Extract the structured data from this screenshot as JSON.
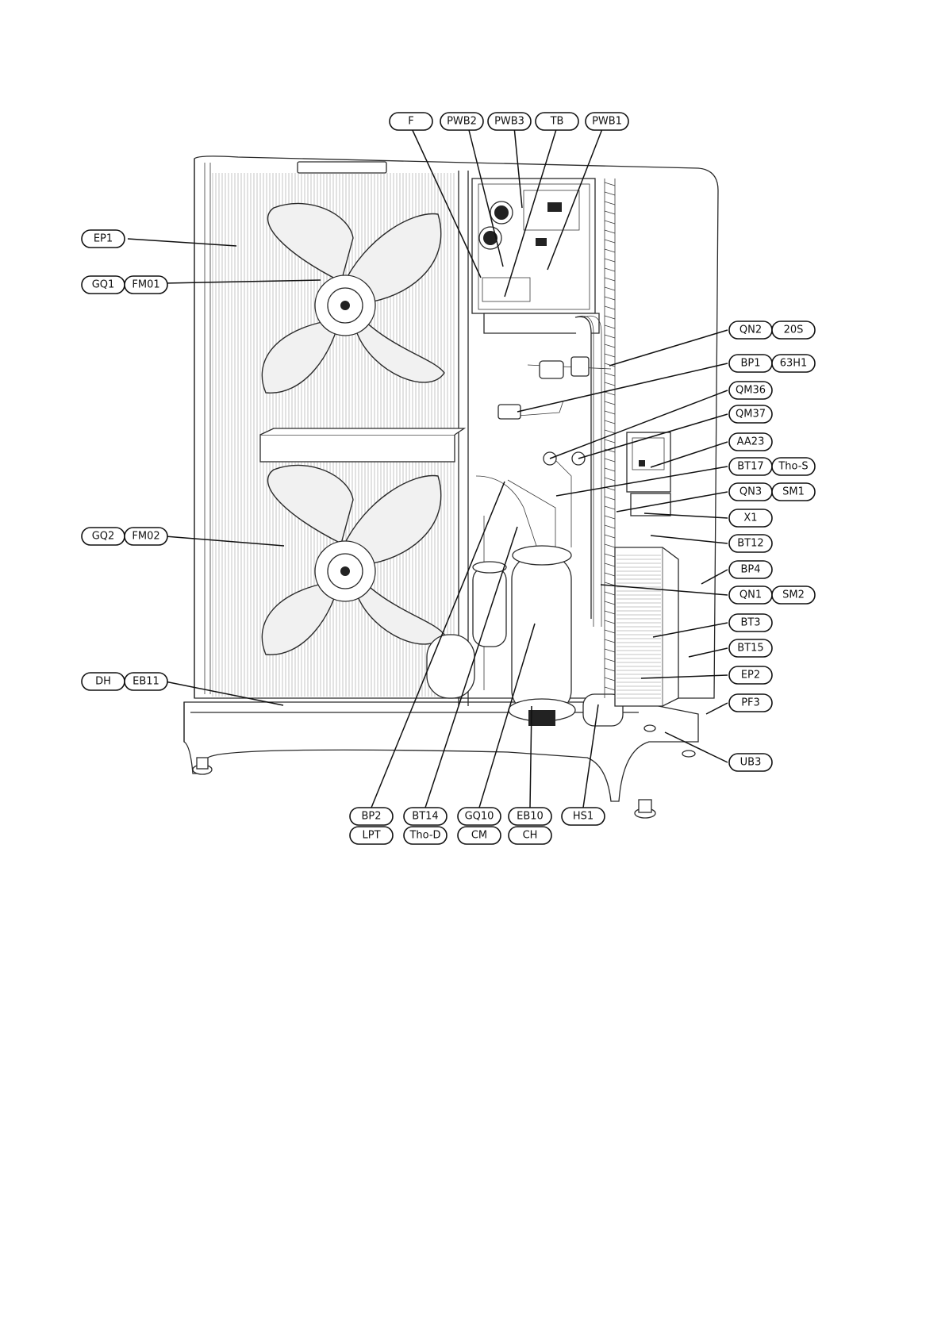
{
  "diagram": {
    "labels": [
      {
        "id": "F",
        "text": "F"
      },
      {
        "id": "PWB2",
        "text": "PWB2"
      },
      {
        "id": "PWB3",
        "text": "PWB3"
      },
      {
        "id": "TB",
        "text": "TB"
      },
      {
        "id": "PWB1",
        "text": "PWB1"
      },
      {
        "id": "EP1",
        "text": "EP1"
      },
      {
        "id": "GQ1",
        "text": "GQ1"
      },
      {
        "id": "FM01",
        "text": "FM01"
      },
      {
        "id": "QN2",
        "text": "QN2"
      },
      {
        "id": "20S",
        "text": "20S"
      },
      {
        "id": "BP1",
        "text": "BP1"
      },
      {
        "id": "63H1",
        "text": "63H1"
      },
      {
        "id": "QM36",
        "text": "QM36"
      },
      {
        "id": "QM37",
        "text": "QM37"
      },
      {
        "id": "AA23",
        "text": "AA23"
      },
      {
        "id": "BT17",
        "text": "BT17"
      },
      {
        "id": "Tho-S",
        "text": "Tho-S"
      },
      {
        "id": "QN3",
        "text": "QN3"
      },
      {
        "id": "SM1",
        "text": "SM1"
      },
      {
        "id": "X1",
        "text": "X1"
      },
      {
        "id": "BT12",
        "text": "BT12"
      },
      {
        "id": "BP4",
        "text": "BP4"
      },
      {
        "id": "QN1",
        "text": "QN1"
      },
      {
        "id": "SM2",
        "text": "SM2"
      },
      {
        "id": "BT3",
        "text": "BT3"
      },
      {
        "id": "BT15",
        "text": "BT15"
      },
      {
        "id": "EP2",
        "text": "EP2"
      },
      {
        "id": "PF3",
        "text": "PF3"
      },
      {
        "id": "UB3",
        "text": "UB3"
      },
      {
        "id": "GQ2",
        "text": "GQ2"
      },
      {
        "id": "FM02",
        "text": "FM02"
      },
      {
        "id": "DH",
        "text": "DH"
      },
      {
        "id": "EB11",
        "text": "EB11"
      },
      {
        "id": "BP2",
        "text": "BP2"
      },
      {
        "id": "LPT",
        "text": "LPT"
      },
      {
        "id": "BT14",
        "text": "BT14"
      },
      {
        "id": "Tho-D",
        "text": "Tho-D"
      },
      {
        "id": "GQ10",
        "text": "GQ10"
      },
      {
        "id": "CM",
        "text": "CM"
      },
      {
        "id": "EB10",
        "text": "EB10"
      },
      {
        "id": "CH",
        "text": "CH"
      },
      {
        "id": "HS1",
        "text": "HS1"
      }
    ]
  }
}
